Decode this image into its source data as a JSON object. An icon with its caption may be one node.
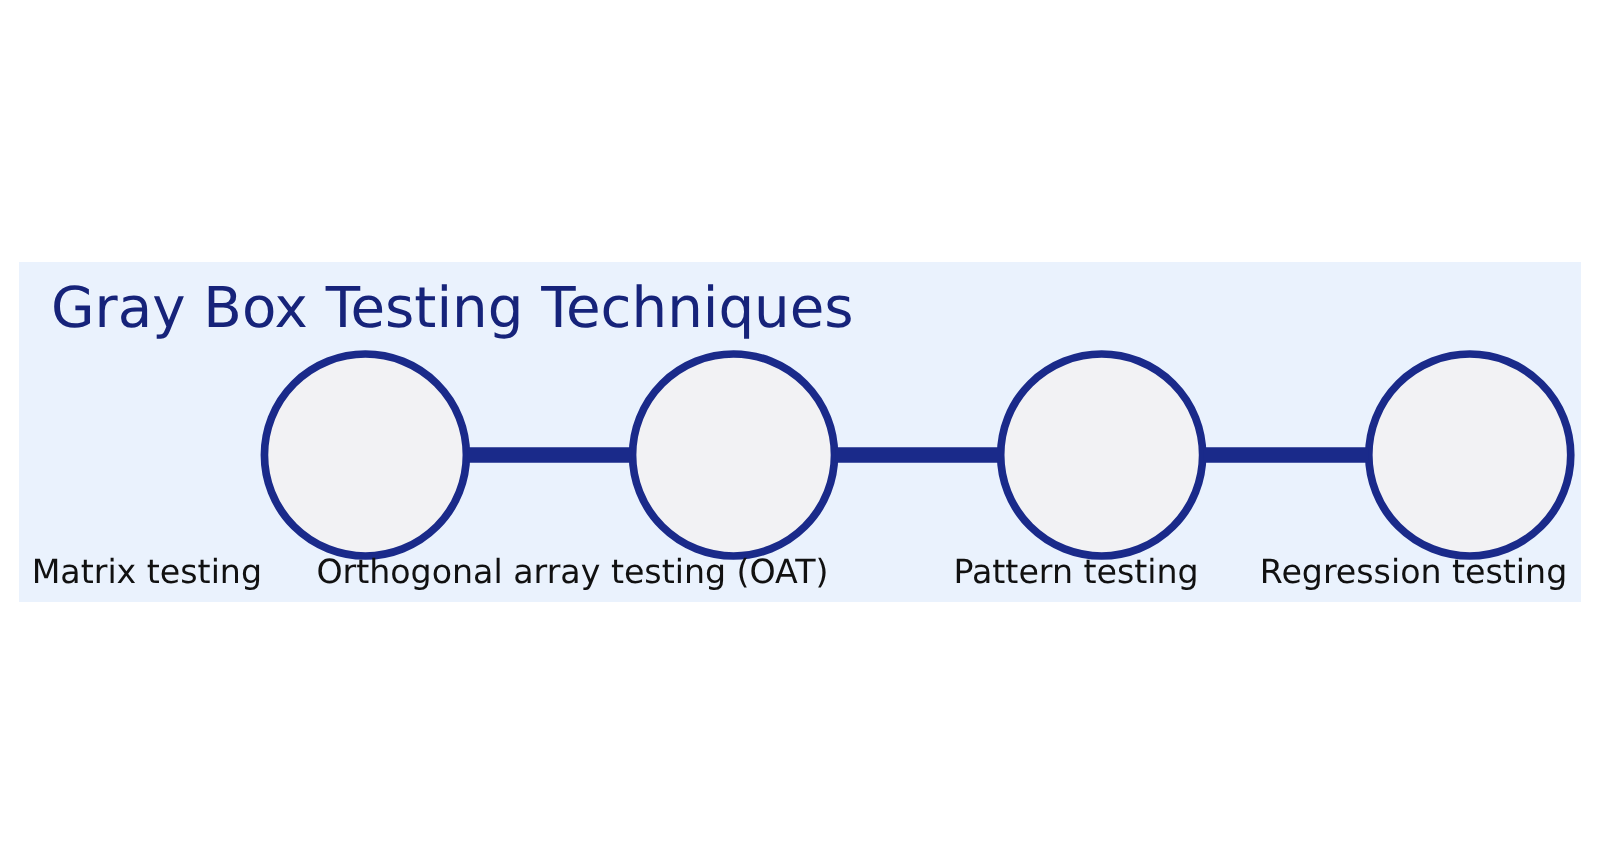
{
  "diagram": {
    "title": "Gray Box Testing Techniques",
    "nodes": [
      {
        "text": [],
        "shape": "circle",
        "beside": [
          "Matrix testing"
        ]
      },
      {
        "text": [],
        "shape": "circle",
        "beside": [
          "Orthogonal array testing (OAT)"
        ]
      },
      {
        "text": [],
        "shape": "circle",
        "beside": [
          "Pattern testing"
        ]
      },
      {
        "text": [],
        "shape": "circle",
        "beside": [
          "Regression testing"
        ]
      }
    ],
    "edges": [
      {
        "from": 0,
        "to": 1,
        "arrow": "none"
      },
      {
        "from": 1,
        "to": 2,
        "arrow": "none"
      },
      {
        "from": 2,
        "to": 3,
        "arrow": "none"
      }
    ]
  }
}
